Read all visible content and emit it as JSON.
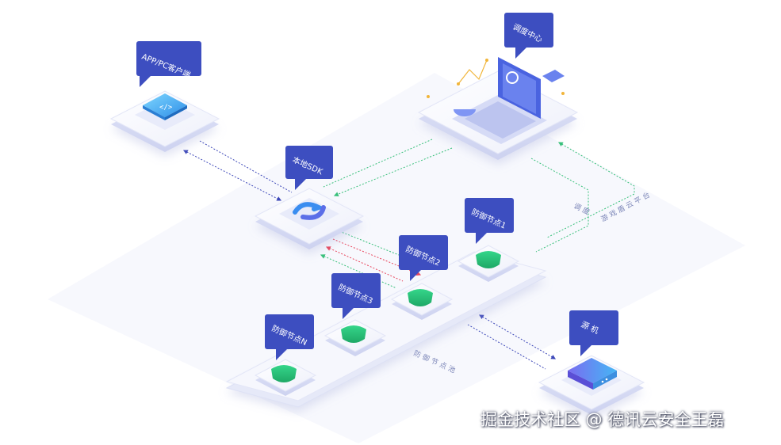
{
  "nodes": {
    "client": {
      "label": "APP/PC客户端",
      "icon": "code-window-icon"
    },
    "sdk": {
      "label": "本地SDK",
      "icon": "sdk-loop-icon"
    },
    "dispatch": {
      "label": "调度中心",
      "icon": "laptop-dashboard-icon"
    },
    "defense1": {
      "label": "防御节点1",
      "icon": "shield-icon"
    },
    "defense2": {
      "label": "防御节点2",
      "icon": "shield-icon"
    },
    "defense3": {
      "label": "防御节点3",
      "icon": "shield-icon"
    },
    "defenseN": {
      "label": "防御节点N",
      "icon": "shield-icon"
    },
    "origin": {
      "label": "源 机",
      "icon": "server-icon"
    }
  },
  "edge_labels": {
    "dispatch": "调 度",
    "platform": "游 戏 盾 云 平 台",
    "defense_group": "防 御 节 点 池"
  },
  "colors": {
    "tag": "#3d4ec0",
    "arrow_blue": "#3c47b8",
    "arrow_green": "#38c07a",
    "arrow_red": "#e8455c",
    "shield": "#22b873"
  },
  "watermark": "掘金技术社区 @ 德讯云安全王磊"
}
